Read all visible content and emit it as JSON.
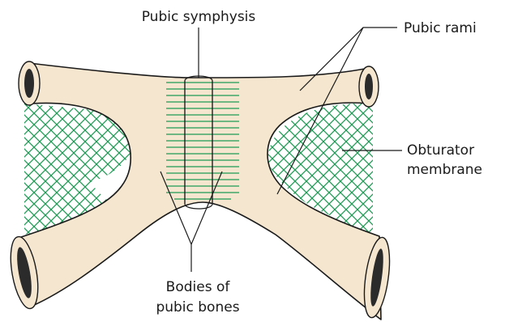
{
  "labels": {
    "pubic_symphysis": "Pubic symphysis",
    "pubic_rami": "Pubic rami",
    "obturator_line1": "Obturator",
    "obturator_line2": "membrane",
    "bodies_line1": "Bodies of",
    "bodies_line2": "pubic bones"
  },
  "colors": {
    "bone_fill": "#f5e6cf",
    "membrane_mesh": "#1f9a55",
    "outline": "#1a1a1a"
  }
}
